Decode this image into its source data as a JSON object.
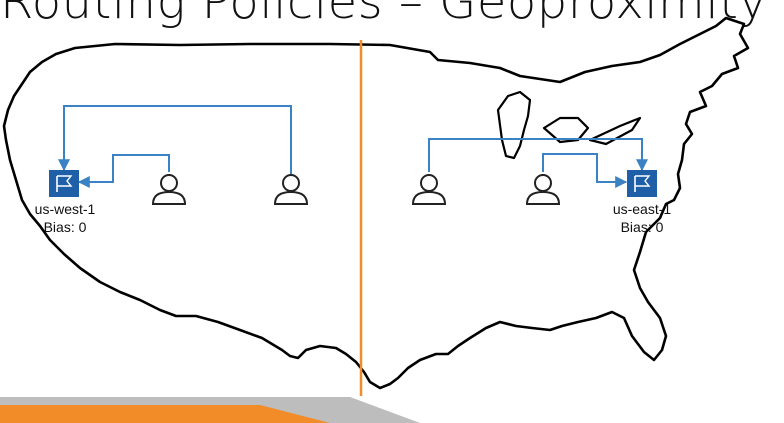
{
  "title": "Routing Policies – Geoproximity",
  "regions": [
    {
      "name": "us-west-1",
      "bias": "Bias: 0"
    },
    {
      "name": "us-east-1",
      "bias": "Bias: 0"
    }
  ],
  "icons": {
    "region": "flag-icon",
    "user": "user-icon"
  },
  "colors": {
    "divider": "#F28C28",
    "connector": "#3A82C4",
    "region_icon": "#1F5FA8",
    "footer_light": "#BDBDBD",
    "footer_accent": "#F28C28"
  }
}
